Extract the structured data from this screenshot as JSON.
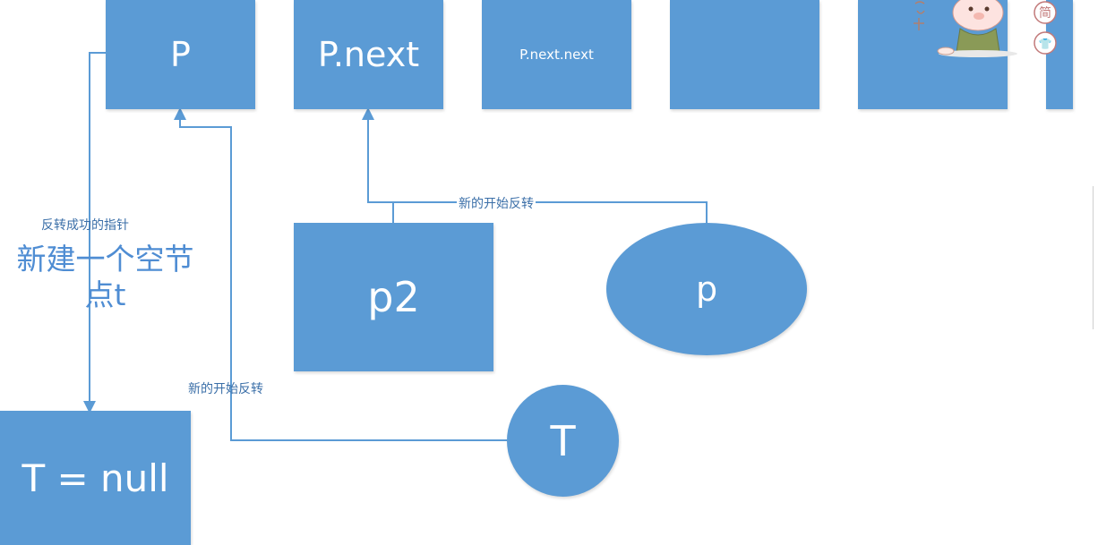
{
  "top_row": {
    "p": "P",
    "p_next": "P.next",
    "p_next_next": "P.next.next",
    "blank_1": "",
    "blank_2": "",
    "blank_3": ""
  },
  "nodes": {
    "p2": "p2",
    "p_ellipse": "p",
    "t_circle": "T",
    "t_null": "T = null"
  },
  "labels": {
    "reverse_success_pointer": "反转成功的指针",
    "new_empty_node": "新建一个空节点t",
    "new_start_reverse_top": "新的开始反转",
    "new_start_reverse_bottom": "新的开始反转"
  },
  "decoration": {
    "badge_1": "简",
    "badge_2": "👕"
  },
  "colors": {
    "node_fill": "#5b9bd5",
    "connector": "#5b9bd5",
    "label_text": "#3b6fa8"
  }
}
